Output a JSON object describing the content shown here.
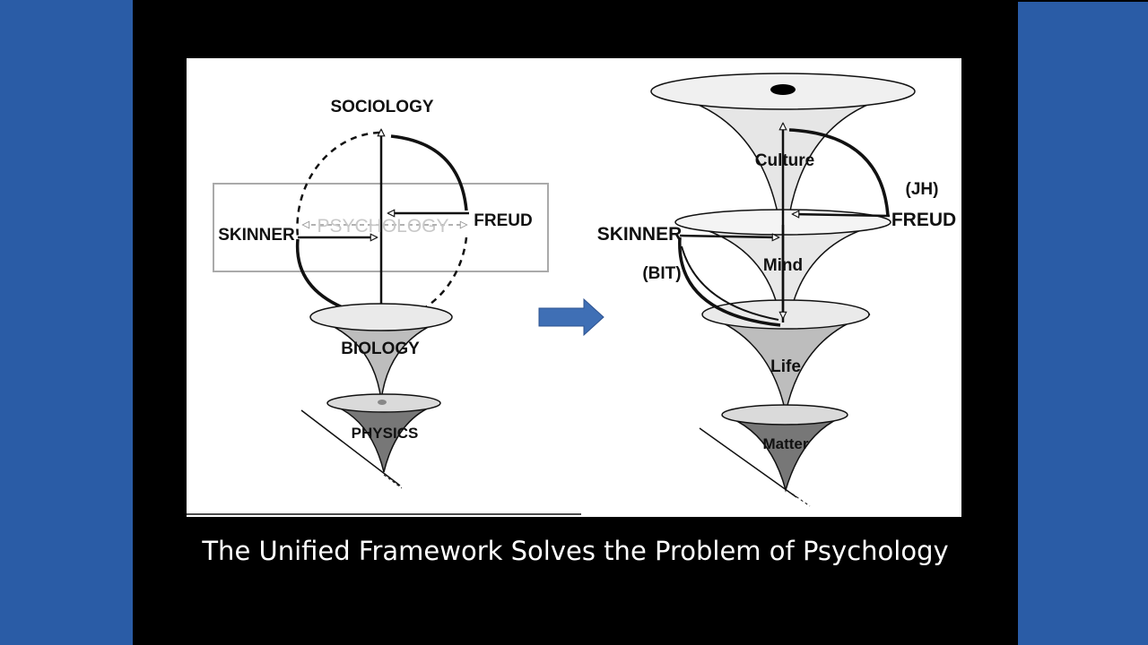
{
  "colors": {
    "side_panel": "#2A5CA6",
    "background": "#000000",
    "arrow": "#3F6FB5",
    "cone_light": "#E9E9E9",
    "cone_mid": "#BDBDBD",
    "cone_dark": "#7A7A7A"
  },
  "left_diagram": {
    "top_label": "SOCIOLOGY",
    "left_label": "SKINNER",
    "right_label": "FREUD",
    "center_label": "PSYCHOLOGY",
    "cone_upper_label": "BIOLOGY",
    "cone_lower_label": "PHYSICS"
  },
  "right_diagram": {
    "tier_labels": [
      "Culture",
      "Mind",
      "Life",
      "Matter"
    ],
    "left_label": "SKINNER",
    "left_sub_label": "(BIT)",
    "right_label": "FREUD",
    "right_sub_label": "(JH)"
  },
  "transition_icon": "right-arrow-icon",
  "caption": "The Unified Framework Solves the Problem of Psychology"
}
